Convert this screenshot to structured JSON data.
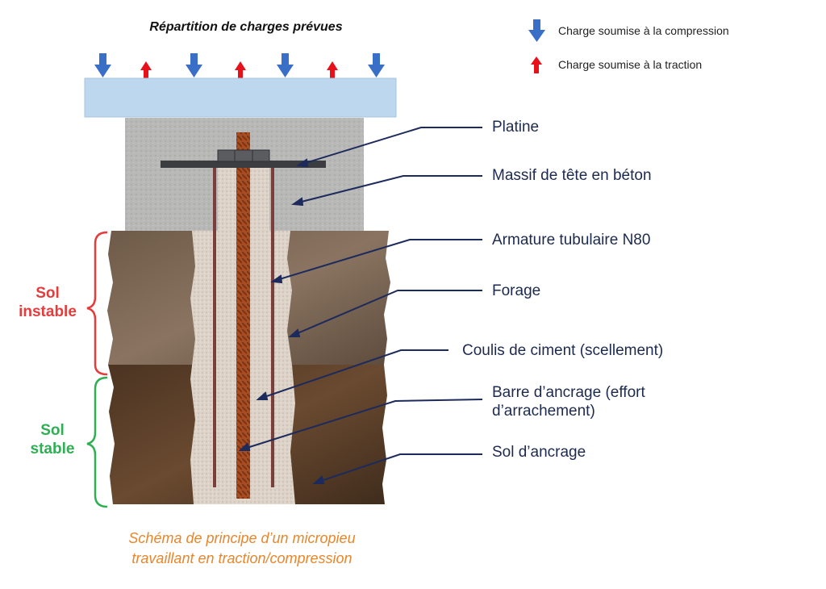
{
  "title": "Répartition de charges prévues",
  "legend": {
    "compression": "Charge soumise à la compression",
    "traction": "Charge soumise à la traction"
  },
  "labels": {
    "platine": "Platine",
    "massif": "Massif de tête en béton",
    "armature": "Armature tubulaire N80",
    "forage": "Forage",
    "coulis": "Coulis de ciment (scellement)",
    "barre_l1": "Barre d’ancrage (effort",
    "barre_l2": "d’arrachement)",
    "sol_ancrage": "Sol d’ancrage"
  },
  "zones": {
    "instable_l1": "Sol",
    "instable_l2": "instable",
    "stable_l1": "Sol",
    "stable_l2": "stable"
  },
  "caption": {
    "line1": "Schéma de principe d’un micropieu",
    "line2": "travaillant en traction/compression"
  },
  "colors": {
    "compression_arrow": "#3a6fc8",
    "traction_arrow": "#e8101a",
    "instable": "#e53b3b",
    "stable": "#2eaf52",
    "leader_line": "#1d2a5c",
    "caption": "#e8862b"
  }
}
